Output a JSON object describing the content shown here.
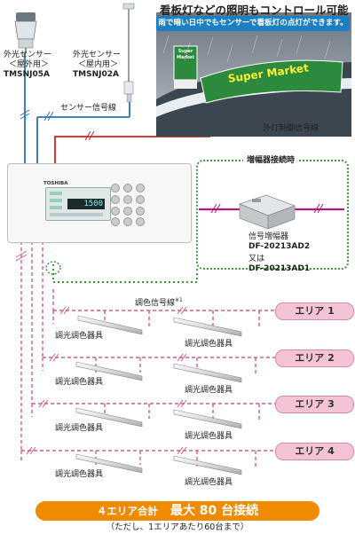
{
  "header": {
    "title": "看板灯などの照明もコントロール可能",
    "banner": "雨で暗い日中でもセンサーで看板灯の点灯ができます。"
  },
  "sign": {
    "text_main": "Super Market",
    "text_small": "Super Market"
  },
  "sensors": [
    {
      "label_line1": "外光センサー",
      "label_line2": "＜屋外用＞",
      "model": "TMSNJ05A"
    },
    {
      "label_line1": "外光センサー",
      "label_line2": "＜屋内用＞",
      "model": "TMSNJ02A"
    }
  ],
  "lines": {
    "sensor_signal": "センサー信号線",
    "exterior_light_signal": "外灯制御信号線",
    "dimming_signal": "調色信号線",
    "dimming_signal_note": "※1"
  },
  "controller": {
    "brand": "TOSHIBA",
    "display_value": "1500"
  },
  "amplifier": {
    "box_title": "増幅器接続時",
    "label": "信号増幅器",
    "model_1": "DF-20213AD2",
    "or_text": "又は",
    "model_2": "DF-20213AD1"
  },
  "fixture_label": "調光調色器具",
  "areas": [
    "エリア 1",
    "エリア 2",
    "エリア 3",
    "エリア 4"
  ],
  "footer": {
    "total_label": "４エリア合計",
    "total_value": "最大 80 台接続",
    "note": "（ただし、1エリアあたり60台まで）"
  },
  "colors": {
    "accent_orange": "#f08a00",
    "signal_magenta": "#b5177a",
    "area_pink": "#f4c4d6",
    "sensor_blue": "#2a72b8",
    "red_line": "#cc2222",
    "green_dotted": "#3a9a3a",
    "banner_blue": "#1b7fc3"
  }
}
